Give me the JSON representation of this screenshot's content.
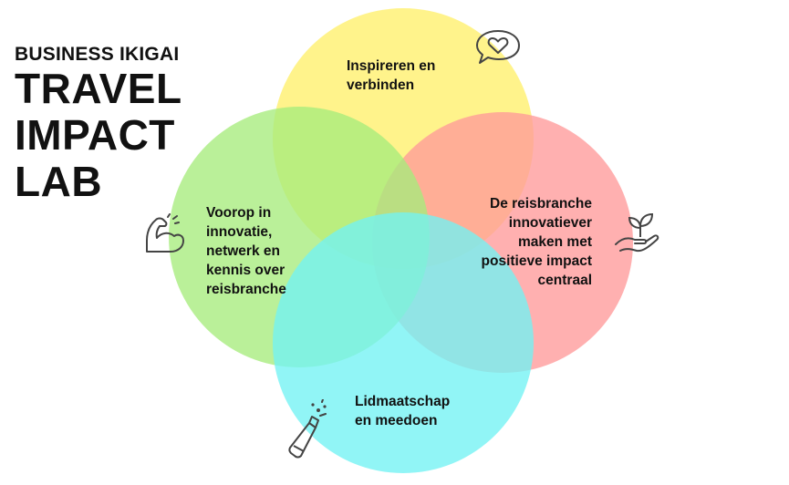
{
  "title": {
    "subtitle": "BUSINESS IKIGAI",
    "line1": "TRAVEL",
    "line2": "IMPACT",
    "line3": "LAB"
  },
  "circles": [
    {
      "name": "top",
      "color": "#fff06a",
      "text_lines": [
        "Inspireren en",
        "verbinden"
      ],
      "icon": "heart-speech-bubble-icon"
    },
    {
      "name": "right",
      "color": "#ff9a9a",
      "text_lines": [
        "De reisbranche",
        "innovatiever",
        "maken met",
        "positieve impact",
        "centraal"
      ],
      "icon": "plant-in-hand-icon"
    },
    {
      "name": "left",
      "color": "#a6ec7c",
      "text_lines": [
        "Voorop in",
        "innovatie,",
        "netwerk en",
        "kennis over",
        "reisbranche"
      ],
      "icon": "flexed-arm-icon"
    },
    {
      "name": "bottom",
      "color": "#72f2f4",
      "text_lines": [
        "Lidmaatschap",
        "en meedoen"
      ],
      "icon": "champagne-bottle-icon"
    }
  ]
}
